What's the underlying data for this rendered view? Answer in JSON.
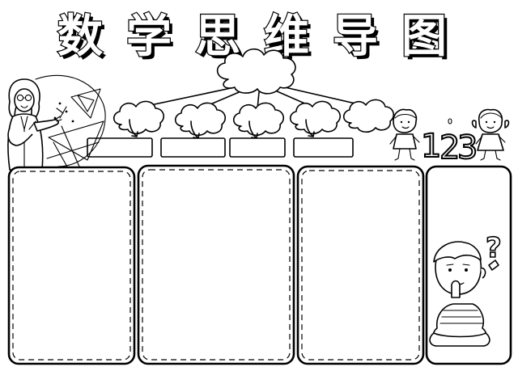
{
  "title": {
    "chars": [
      "数",
      "学",
      "思",
      "维",
      "导",
      "图"
    ]
  },
  "decor": {
    "numbers": [
      "1",
      "2",
      "3"
    ],
    "question_mark": "?"
  },
  "colors": {
    "ink": "#000000",
    "paper": "#ffffff"
  }
}
